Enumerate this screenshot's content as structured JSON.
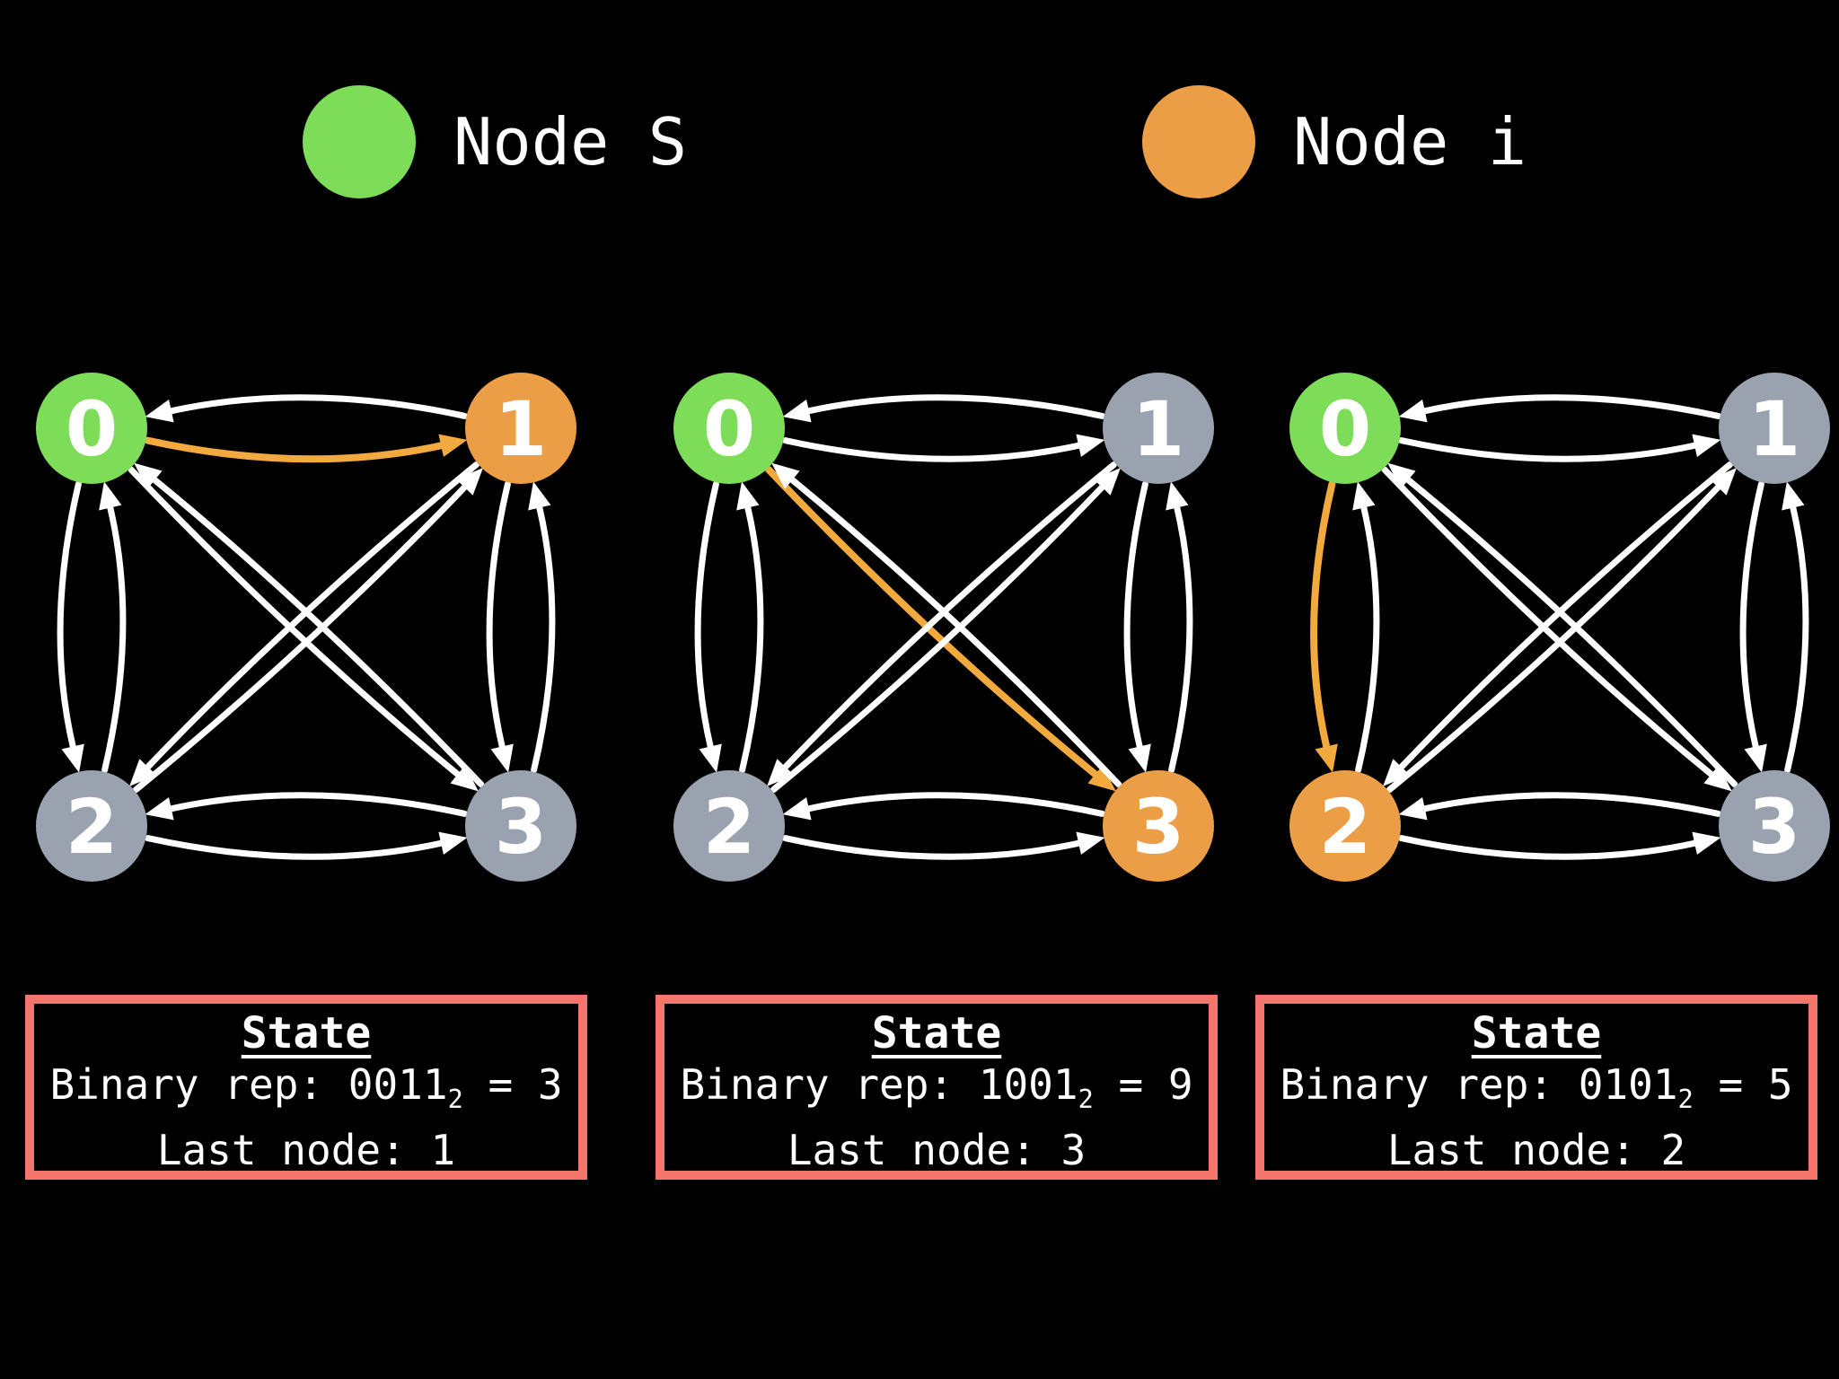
{
  "colors": {
    "background": "#000000",
    "node_start": "#7edd58",
    "node_current": "#ec9e47",
    "node_default": "#9aa2b0",
    "node_label": "#ffffff",
    "edge": "#ffffff",
    "edge_highlight": "#f2a93d",
    "state_box_border": "#f4756b",
    "text": "#ffffff"
  },
  "legend": [
    {
      "label": "Node S",
      "role": "start"
    },
    {
      "label": "Node i",
      "role": "current"
    }
  ],
  "graphs": [
    {
      "nodes": [
        {
          "label": "0",
          "role": "start"
        },
        {
          "label": "1",
          "role": "current"
        },
        {
          "label": "2",
          "role": "default"
        },
        {
          "label": "3",
          "role": "default"
        }
      ],
      "highlighted_edge": {
        "from": 0,
        "to": 1
      },
      "state": {
        "title": "State",
        "binary_prefix": "Binary rep: ",
        "binary_value": "0011",
        "binary_base": "2",
        "binary_suffix": " = 3",
        "last_node_text": "Last node: 1"
      }
    },
    {
      "nodes": [
        {
          "label": "0",
          "role": "start"
        },
        {
          "label": "1",
          "role": "default"
        },
        {
          "label": "2",
          "role": "default"
        },
        {
          "label": "3",
          "role": "current"
        }
      ],
      "highlighted_edge": {
        "from": 0,
        "to": 3
      },
      "state": {
        "title": "State",
        "binary_prefix": "Binary rep: ",
        "binary_value": "1001",
        "binary_base": "2",
        "binary_suffix": " = 9",
        "last_node_text": "Last node: 3"
      }
    },
    {
      "nodes": [
        {
          "label": "0",
          "role": "start"
        },
        {
          "label": "1",
          "role": "default"
        },
        {
          "label": "2",
          "role": "current"
        },
        {
          "label": "3",
          "role": "default"
        }
      ],
      "highlighted_edge": {
        "from": 0,
        "to": 2
      },
      "state": {
        "title": "State",
        "binary_prefix": "Binary rep: ",
        "binary_value": "0101",
        "binary_base": "2",
        "binary_suffix": " = 5",
        "last_node_text": "Last node: 2"
      }
    }
  ]
}
